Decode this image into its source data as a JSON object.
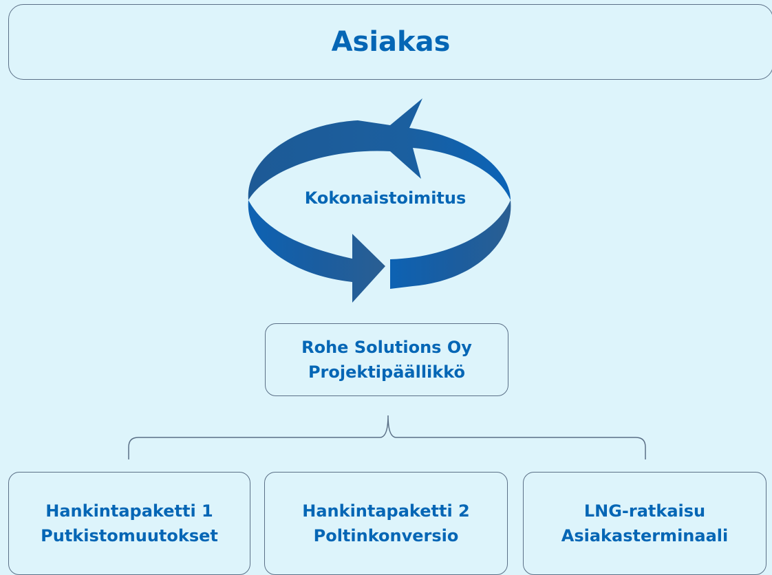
{
  "customer": {
    "label": "Asiakas"
  },
  "cycle": {
    "label": "Kokonaistoimitus"
  },
  "project_manager": {
    "line1": "Rohe Solutions Oy",
    "line2": "Projektipäällikkö"
  },
  "packages": [
    {
      "line1": "Hankintapaketti 1",
      "line2": "Putkistomuutokset"
    },
    {
      "line1": "Hankintapaketti 2",
      "line2": "Poltinkonversio"
    },
    {
      "line1": "LNG-ratkaisu",
      "line2": "Asiakasterminaali"
    }
  ],
  "colors": {
    "background": "#ddf4fb",
    "text": "#0566b5",
    "arrow_dark": "#1d4f86",
    "arrow_light": "#1165bb",
    "border": "#5a6f86"
  }
}
